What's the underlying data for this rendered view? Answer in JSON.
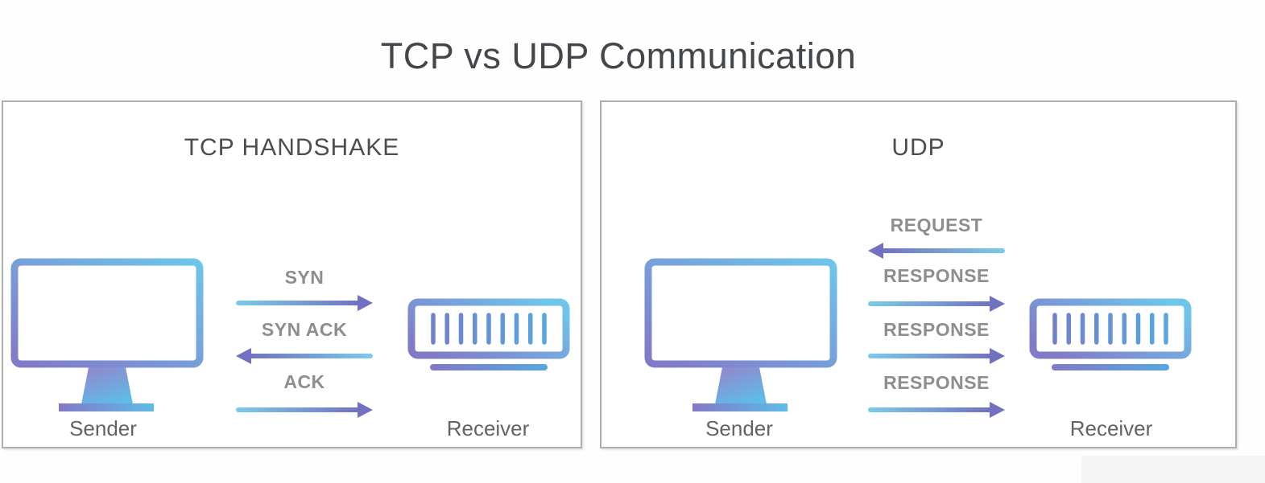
{
  "page": {
    "title": "TCP vs UDP Communication"
  },
  "panels": {
    "tcp": {
      "title": "TCP HANDSHAKE",
      "sender": {
        "label": "Sender",
        "icon": "monitor-icon"
      },
      "receiver": {
        "label": "Receiver",
        "icon": "server-icon"
      },
      "messages": [
        {
          "label": "SYN",
          "direction": "right"
        },
        {
          "label": "SYN ACK",
          "direction": "left"
        },
        {
          "label": "ACK",
          "direction": "right"
        }
      ]
    },
    "udp": {
      "title": "UDP",
      "sender": {
        "label": "Sender",
        "icon": "monitor-icon"
      },
      "receiver": {
        "label": "Receiver",
        "icon": "server-icon"
      },
      "messages": [
        {
          "label": "REQUEST",
          "direction": "left"
        },
        {
          "label": "RESPONSE",
          "direction": "right"
        },
        {
          "label": "RESPONSE",
          "direction": "right"
        },
        {
          "label": "RESPONSE",
          "direction": "right"
        }
      ]
    }
  },
  "colors": {
    "page_bg": "#fefefe",
    "title_gray": "#43474b",
    "panel_title_gray": "#4d4d4d",
    "msg_label_gray": "#8e8e8e",
    "node_label_gray": "#636363",
    "panel_border": "#aeaeae",
    "icon_purple": "#8279c7",
    "icon_blue": "#6ec5ea",
    "stand_purple": "#9188cd",
    "stand_blue": "#5fbbe7",
    "bar_purple": "#7280cb",
    "bar_blue": "#55a7e2",
    "arrow_blue": "#7bcbe9",
    "arrow_purple": "#7270c1",
    "watermark_gray": "#f6f5f6"
  }
}
